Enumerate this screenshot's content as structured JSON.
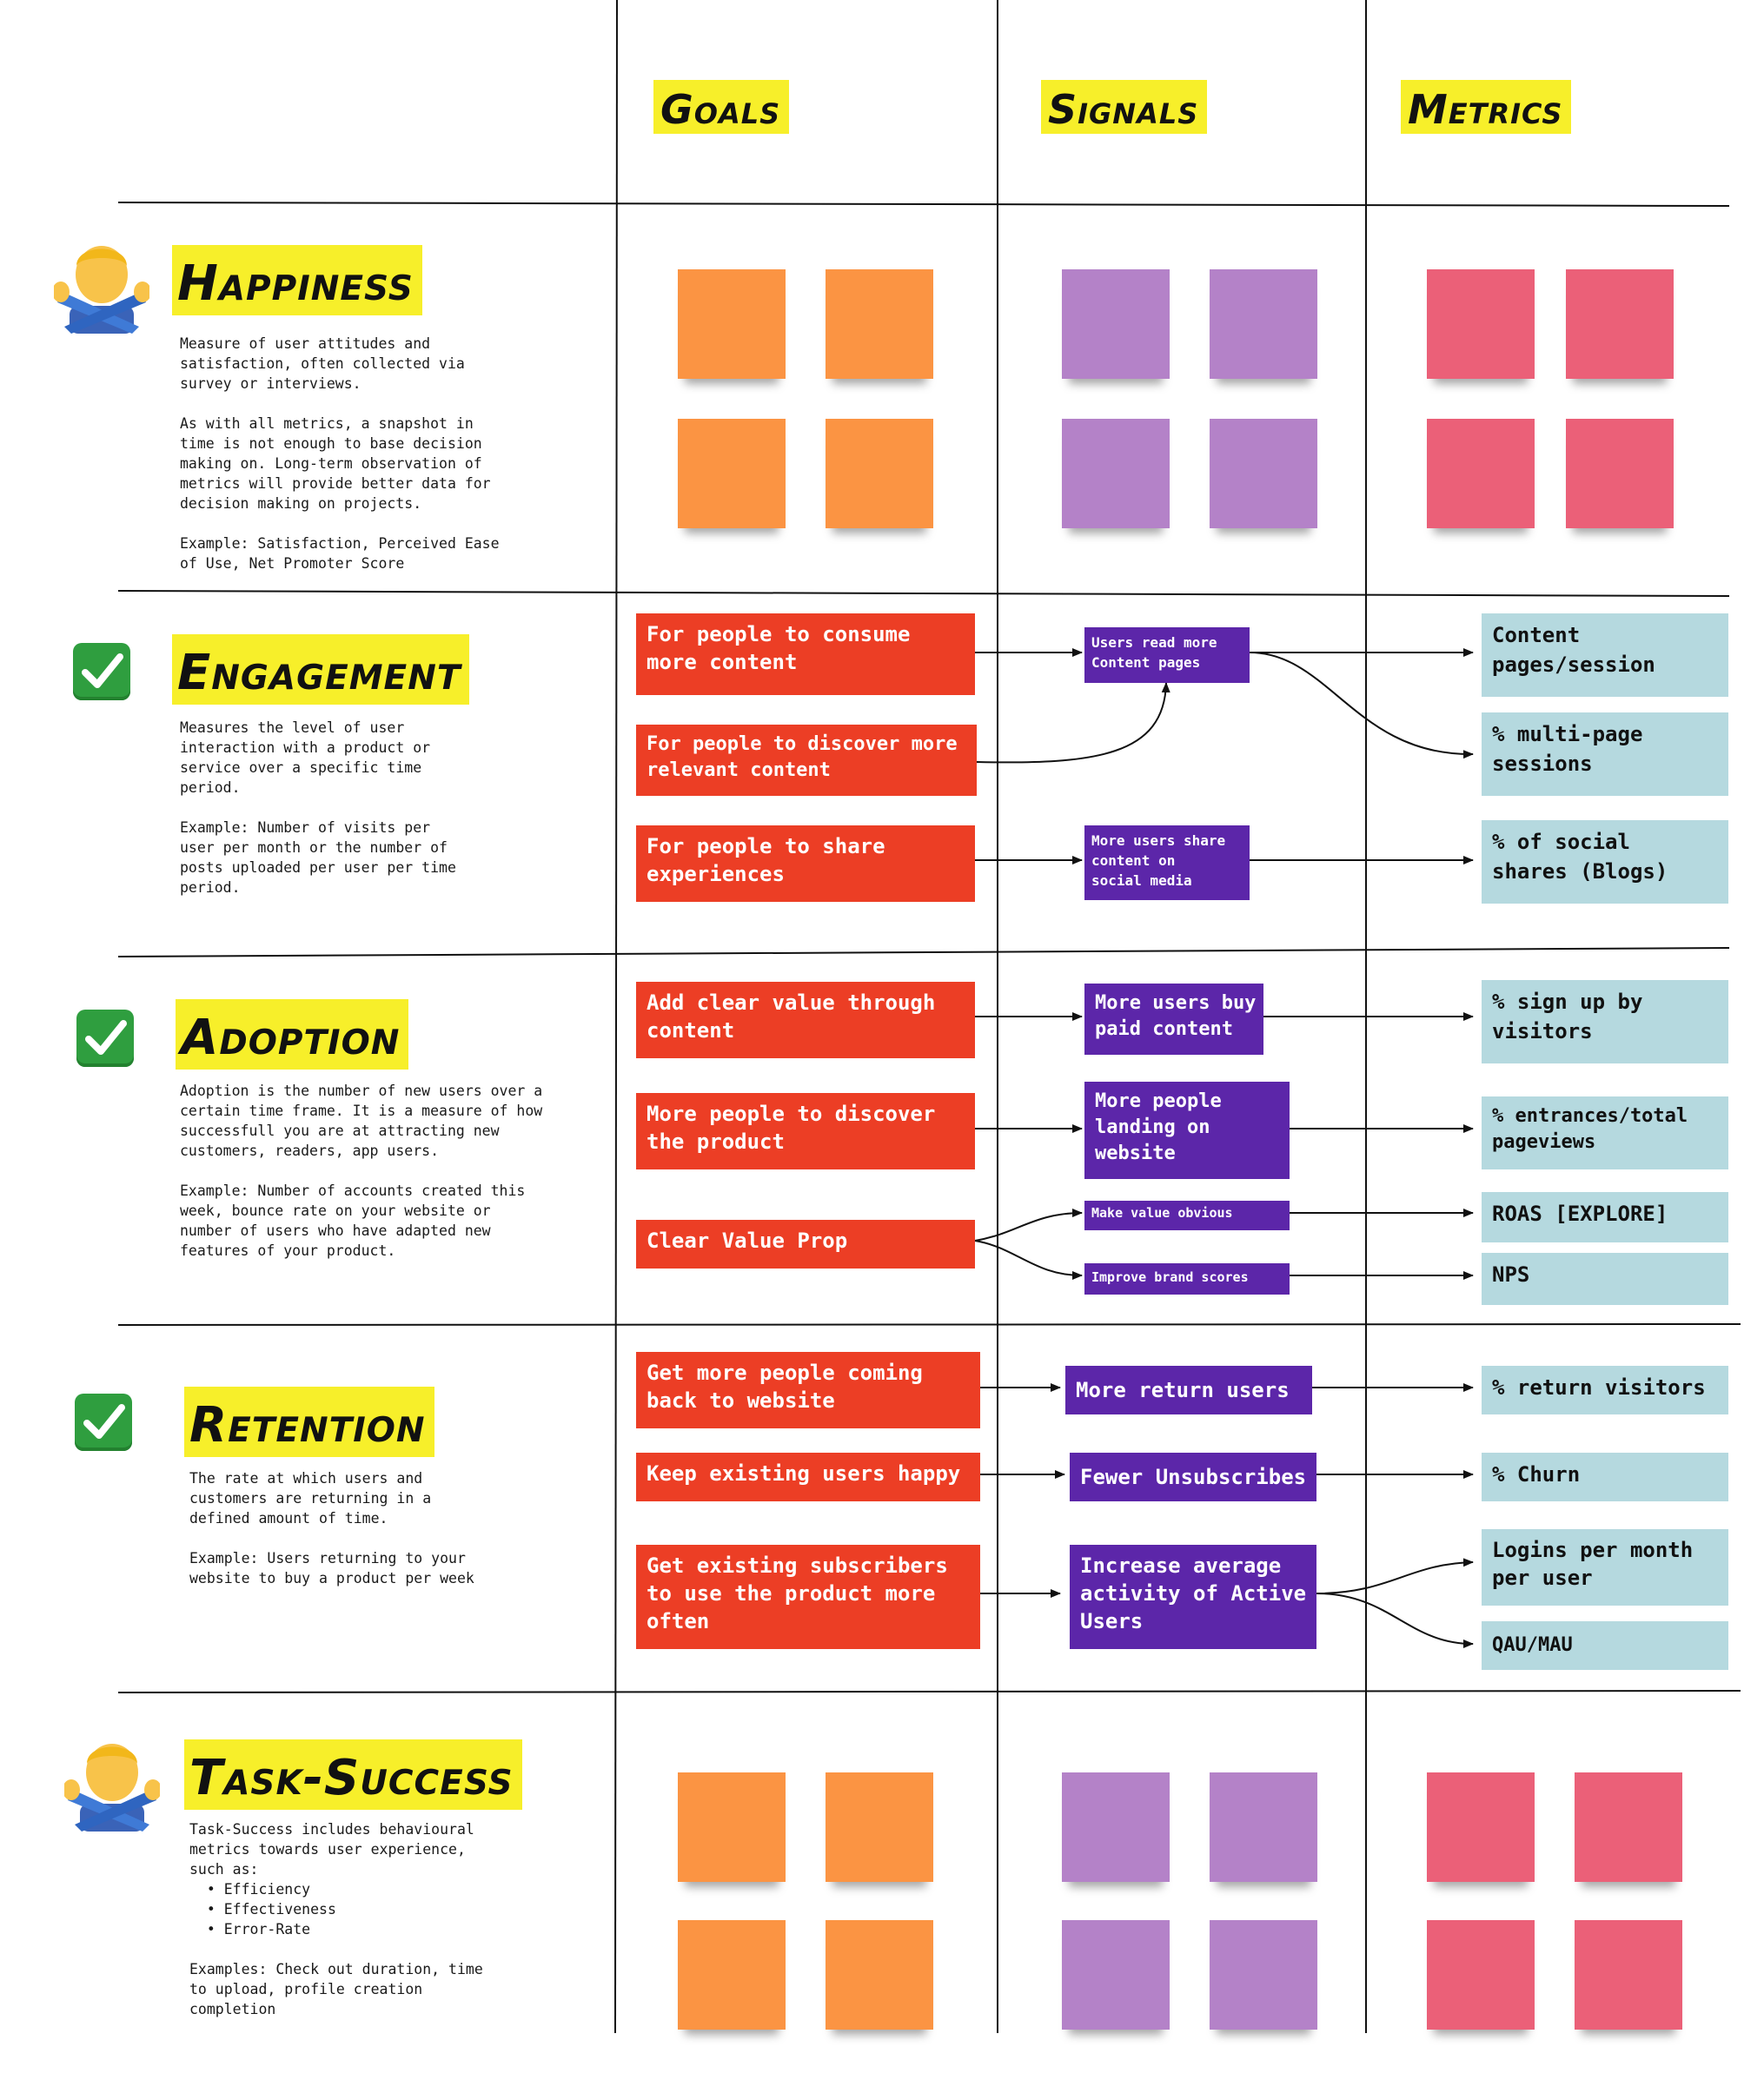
{
  "headers": {
    "goals": "Goals",
    "signals": "Signals",
    "metrics": "Metrics"
  },
  "colors": {
    "highlight": "#f7ef2a",
    "goal_sticky": "#fb9443",
    "signal_sticky": "#b482c8",
    "metric_sticky": "#eb6078",
    "goal_box": "#ec3e25",
    "signal_box": "#5c26a9",
    "metric_box": "#b5d9df",
    "check": "#2f9e3f"
  },
  "rows": {
    "happiness": {
      "title": "Happiness",
      "icon": "person-gesturing-no-icon",
      "description": "Measure of user attitudes and\nsatisfaction, often collected via\nsurvey or interviews.\n\nAs with all metrics, a snapshot in\ntime is not enough to base decision\nmaking on. Long-term observation of\nmetrics will provide better data for\ndecision making on projects.\n\nExample: Satisfaction, Perceived Ease\nof Use, Net Promoter Score"
    },
    "engagement": {
      "title": "Engagement",
      "icon": "check-mark-icon",
      "description": "Measures the level of user\ninteraction with a product or\nservice over a specific time\nperiod.\n\nExample: Number of visits per\nuser per month or the number of\nposts uploaded per user per time\nperiod.",
      "goals": [
        "For people to consume\nmore content",
        "For people to discover more\nrelevant content",
        "For people to share\nexperiences"
      ],
      "signals": [
        "Users read more\nContent pages",
        "More users share\ncontent on\nsocial media"
      ],
      "metrics": [
        "Content\npages/session",
        "% multi-page\nsessions",
        "% of social\nshares (Blogs)"
      ]
    },
    "adoption": {
      "title": "Adoption",
      "icon": "check-mark-icon",
      "description": "Adoption is the number of new users over a\ncertain time frame. It is a measure of how\nsuccessfull you are at attracting new\ncustomers, readers, app users.\n\nExample: Number of accounts created this\nweek, bounce rate on your website or\nnumber of users who have adapted new\nfeatures of your product.",
      "goals": [
        "Add clear value through\ncontent",
        "More people to discover\nthe product",
        "Clear Value Prop"
      ],
      "signals": [
        "More users buy\npaid content",
        "More people\nlanding on\nwebsite",
        "Make value obvious",
        "Improve brand scores"
      ],
      "metrics": [
        "% sign up by\nvisitors",
        "% entrances/total\npageviews",
        "ROAS [EXPLORE]",
        "NPS"
      ]
    },
    "retention": {
      "title": "Retention",
      "icon": "check-mark-icon",
      "description": "The rate at which users and\ncustomers are returning in a\ndefined amount of time.\n\nExample: Users returning to your\nwebsite to buy a product per week",
      "goals": [
        "Get more people coming\nback to website",
        "Keep existing users happy",
        "Get existing subscribers\nto use the product more\noften"
      ],
      "signals": [
        "More return users",
        "Fewer Unsubscribes",
        "Increase average\nactivity of Active\nUsers"
      ],
      "metrics": [
        "% return visitors",
        "% Churn",
        "Logins per month\nper user",
        "QAU/MAU"
      ]
    },
    "task_success": {
      "title": "Task-Success",
      "icon": "person-gesturing-no-icon",
      "description": "Task-Success includes behavioural\nmetrics towards user experience,\nsuch as:\n  • Efficiency\n  • Effectiveness\n  • Error-Rate\n\nExamples: Check out duration, time\nto upload, profile creation\ncompletion"
    }
  }
}
